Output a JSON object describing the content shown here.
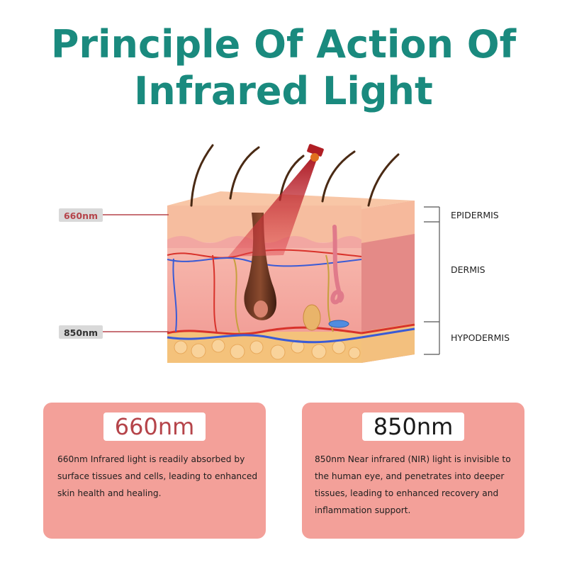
{
  "title": {
    "line1": "Principle Of Action Of",
    "line2": "Infrared Light"
  },
  "diagram": {
    "wavelength_labels": [
      "660nm",
      "850nm"
    ],
    "layers": [
      "EPIDERMIS",
      "DERMIS",
      "HYPODERMIS"
    ]
  },
  "cards": [
    {
      "heading": "660nm",
      "description": "660nm Infrared light is readily absorbed by surface tissues and cells, leading to enhanced skin health and healing."
    },
    {
      "heading": "850nm",
      "description": "850nm Near infrared (NIR) light is invisible to the human eye, and penetrates into deeper tissues, leading to enhanced recovery and inflammation support."
    }
  ],
  "colors": {
    "title": "#1a8a7e",
    "card_background": "#f3a099",
    "red_heading": "#b5444a",
    "label_box": "#d9d9d9"
  }
}
